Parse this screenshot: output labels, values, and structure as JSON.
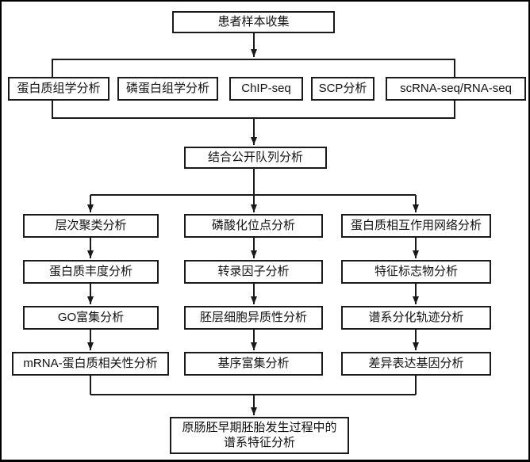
{
  "flowchart": {
    "top": "患者样本收集",
    "assays": [
      "蛋白质组学分析",
      "磷蛋白组学分析",
      "ChIP-seq",
      "SCP分析",
      "scRNA-seq/RNA-seq"
    ],
    "combine": "结合公开队列分析",
    "col1": [
      "层次聚类分析",
      "蛋白质丰度分析",
      "GO富集分析",
      "mRNA-蛋白质相关性分析"
    ],
    "col2": [
      "磷酸化位点分析",
      "转录因子分析",
      "胚层细胞异质性分析",
      "基序富集分析"
    ],
    "col3": [
      "蛋白质相互作用网络分析",
      "特征标志物分析",
      "谱系分化轨迹分析",
      "差异表达基因分析"
    ],
    "final_line1": "原肠胚早期胚胎发生过程中的",
    "final_line2": "谱系特征分析",
    "colors": {
      "line": "#1a1a1a",
      "box_bg": "#ffffff"
    }
  }
}
